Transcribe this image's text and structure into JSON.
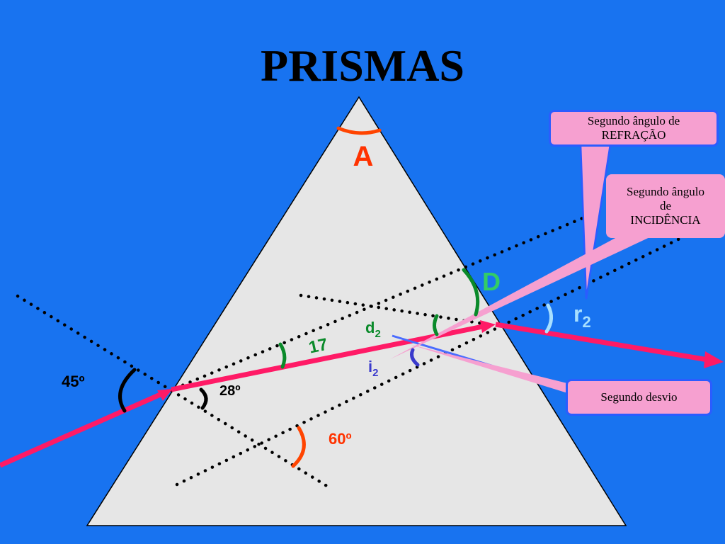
{
  "title": "PRISMAS",
  "labels": {
    "apex": "A",
    "deviation": "D",
    "r2": "r",
    "r2_sub": "2",
    "d2": "d",
    "d2_sub": "2",
    "i2": "i",
    "i2_sub": "2",
    "angle_17": "17",
    "angle_45": "45º",
    "angle_28": "28º",
    "angle_60": "60º"
  },
  "callouts": {
    "refraction_line1": "Segundo ângulo de",
    "refraction_line2": "REFRAÇÃO",
    "incidence_line1": "Segundo ângulo",
    "incidence_line2": "de",
    "incidence_line3": "INCIDÊNCIA",
    "deviation": "Segundo desvio"
  },
  "colors": {
    "background": "#1873f0",
    "prism": "#e6e6e6",
    "ray": "#ff1a66",
    "apex_label": "#ff3300",
    "green": "#0a8a2a",
    "light_blue": "#a8e0ff",
    "callout_fill": "#f6a0d0",
    "callout_border": "#2b5cff"
  }
}
